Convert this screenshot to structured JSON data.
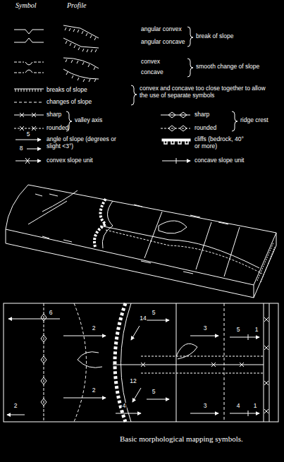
{
  "diagram": {
    "caption": "Basic morphological mapping symbols.",
    "labels": [
      "Symbol",
      "Profile",
      "break of slope",
      "smooth change of slope",
      "convex and concave too close together to allow the use of separate symbols",
      "valley axis",
      "ridge crest",
      "5",
      "8",
      "6",
      "2",
      "14",
      "5",
      "3",
      "5",
      "1",
      "2",
      "12",
      "4",
      "5",
      "3",
      "4",
      "1",
      "2"
    ],
    "legend": [
      {
        "text": "angular convex"
      },
      {
        "text": "angular concave"
      },
      {
        "text": "convex"
      },
      {
        "text": "concave"
      },
      {
        "text": "breaks of slope"
      },
      {
        "text": "changes of slope"
      },
      {
        "text": "sharp"
      },
      {
        "text": "rounded"
      },
      {
        "text": "angle of slope (degrees or slight <3°)"
      },
      {
        "text": "convex slope unit"
      },
      {
        "text": "sharp"
      },
      {
        "text": "rounded"
      },
      {
        "text": "cliffs (bedrock, 40° or more)"
      },
      {
        "text": "concave slope unit"
      }
    ]
  }
}
